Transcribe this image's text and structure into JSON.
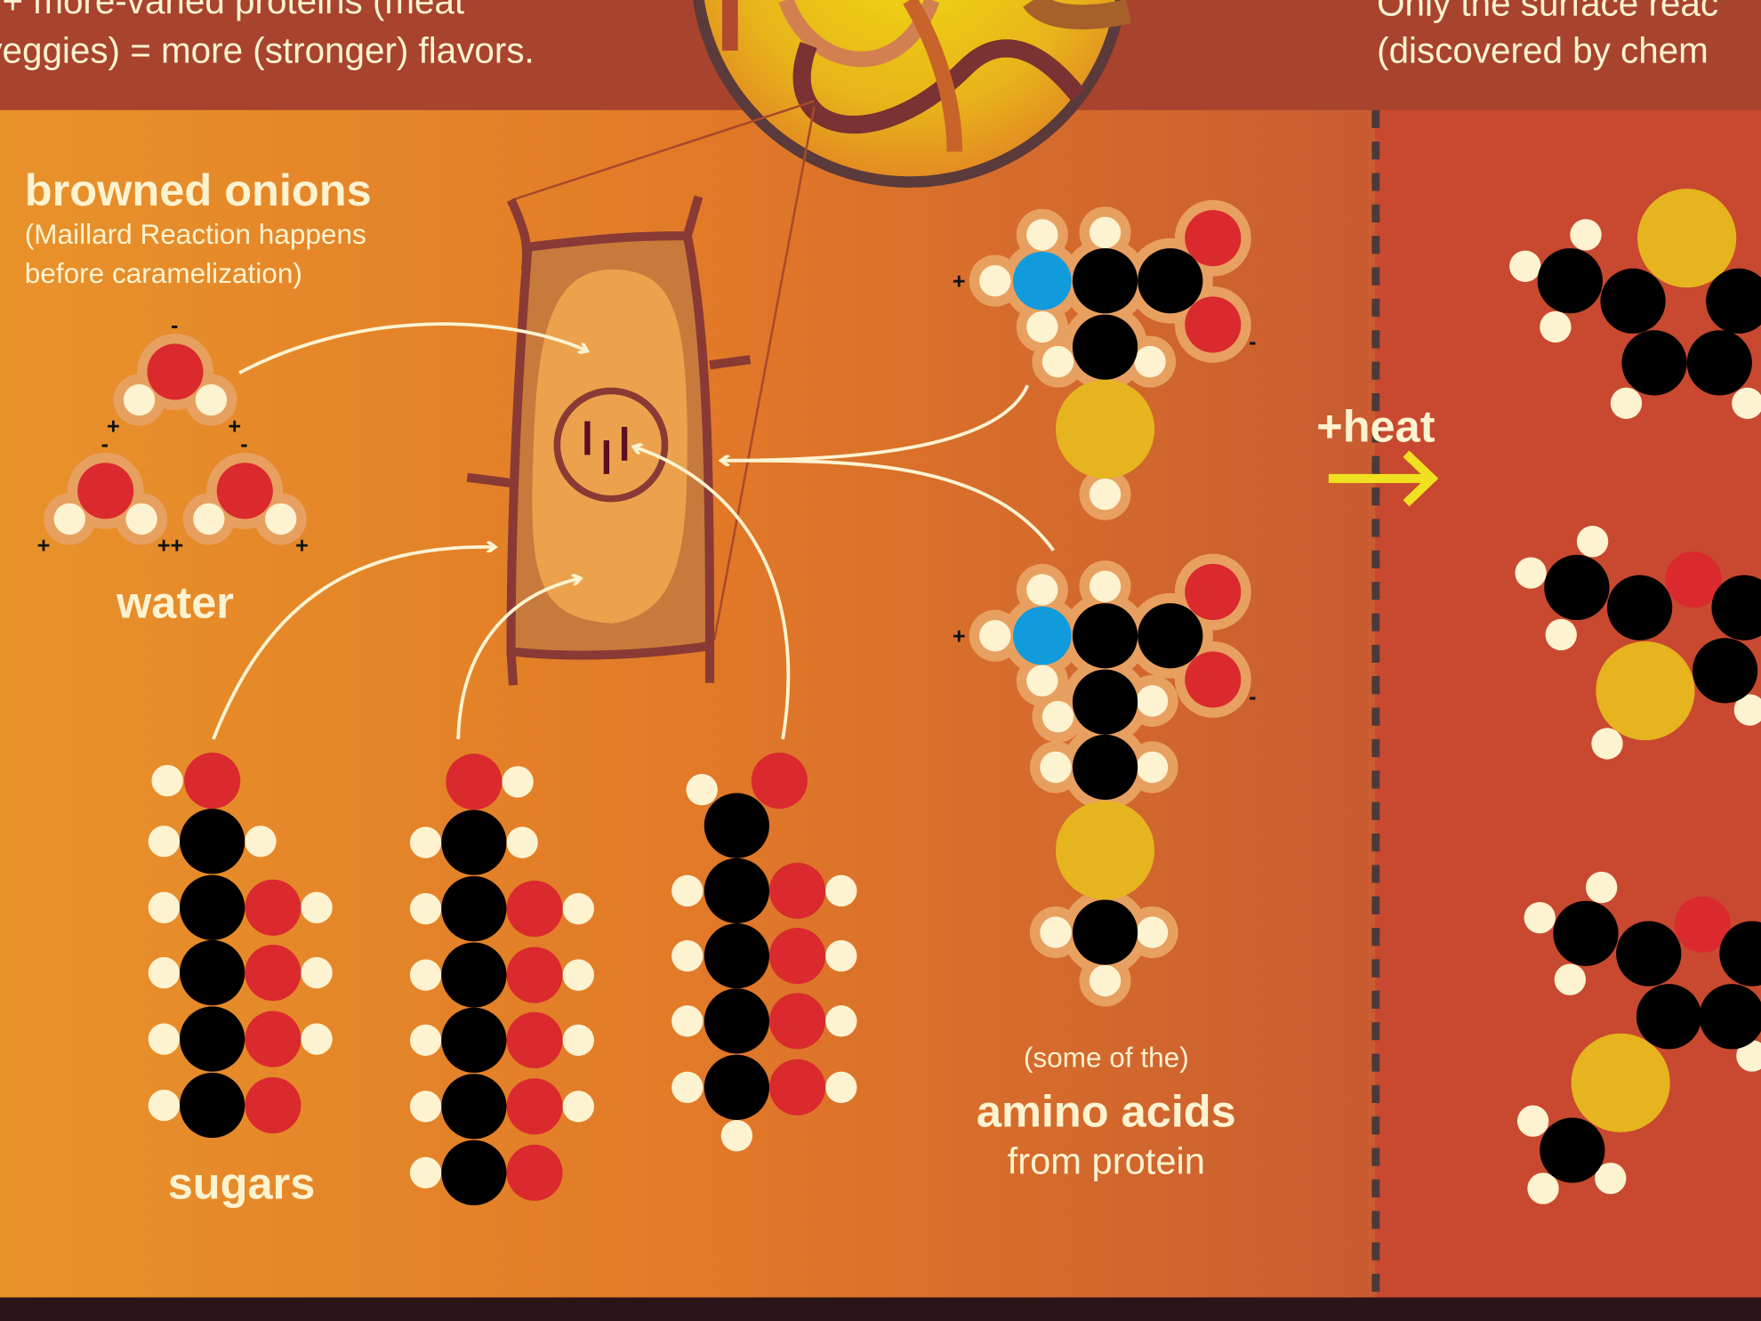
{
  "header": {
    "left_line1": "+ more-varied proteins (meat",
    "left_line2": "veggies) = more (stronger) flavors.",
    "right_line1": "Only the surface reac",
    "right_line2": "(discovered by chem"
  },
  "onions": {
    "title": "browned onions",
    "subtitle_line1": "(Maillard Reaction happens",
    "subtitle_line2": "before caramelization)"
  },
  "water": {
    "label": "water",
    "minus": "-",
    "plus": "+",
    "double_plus": "++"
  },
  "sugars": {
    "label": "sugars"
  },
  "amino": {
    "prefix": "(some of the)",
    "title": "amino acids",
    "suffix": "from protein",
    "plus": "+",
    "minus": "-"
  },
  "heat": {
    "label": "+heat"
  },
  "colors": {
    "header_band": "#a8432e",
    "background_left": "#e8922a",
    "background_right": "#c8492f",
    "carbon": "#000000",
    "oxygen": "#da2a2e",
    "hydrogen": "#fdf3d0",
    "nitrogen": "#129bdc",
    "sulfur": "#e6b41e",
    "heat_arrow": "#f0e020"
  }
}
